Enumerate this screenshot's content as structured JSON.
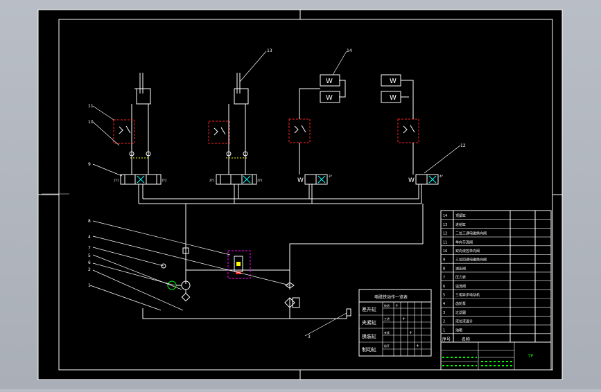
{
  "colors": {
    "background": "#b9bec6",
    "canvas": "#000000",
    "line": "#ffffff",
    "highlight_red": "#ff2020",
    "highlight_magenta": "#ff00ff",
    "accent_yellow": "#ffff00",
    "accent_green": "#00ff00",
    "accent_cyan": "#00ffff"
  },
  "callouts": {
    "c1": "1",
    "c2": "2",
    "c3": "3",
    "c4": "4",
    "c5": "5",
    "c6": "6",
    "c7": "7",
    "c8": "8",
    "c9": "9",
    "c10": "10",
    "c11": "11",
    "c12": "12",
    "c13": "13",
    "c14": "14"
  },
  "valve_tags": {
    "v1_left": "1Y1",
    "v1_right": "1Y2",
    "v2_left": "2Y1",
    "v2_right": "2Y2",
    "v3_right": "3Y",
    "v4_right": "4Y"
  },
  "solenoid_table": {
    "title": "电磁铁动作一览表",
    "rows": [
      {
        "label": "差升缸",
        "sub": "快进"
      },
      {
        "label": "夹紧缸",
        "sub": "工进"
      },
      {
        "label": "换装缸",
        "sub": "夹紧"
      },
      {
        "label": "制动缸",
        "sub": "松开"
      }
    ],
    "mark": "+"
  },
  "parts_list": {
    "items": [
      {
        "no": "14",
        "name": "顶紧缸"
      },
      {
        "no": "13",
        "name": "进给缸"
      },
      {
        "no": "12",
        "name": "二位三通电磁换向阀"
      },
      {
        "no": "11",
        "name": "单向节流阀"
      },
      {
        "no": "10",
        "name": "双向液控单向阀"
      },
      {
        "no": "9",
        "name": "三位四通电磁换向阀"
      },
      {
        "no": "8",
        "name": "减压阀"
      },
      {
        "no": "7",
        "name": "压力表"
      },
      {
        "no": "6",
        "name": "溢流阀"
      },
      {
        "no": "5",
        "name": "三相异步电动机"
      },
      {
        "no": "4",
        "name": "齿轮泵"
      },
      {
        "no": "3",
        "name": "过滤器"
      },
      {
        "no": "2",
        "name": "液位液温计"
      },
      {
        "no": "1",
        "name": "油箱"
      }
    ],
    "header_no": "序号",
    "header_name": "名称"
  },
  "title_block": {
    "drawing_no": "TP"
  }
}
